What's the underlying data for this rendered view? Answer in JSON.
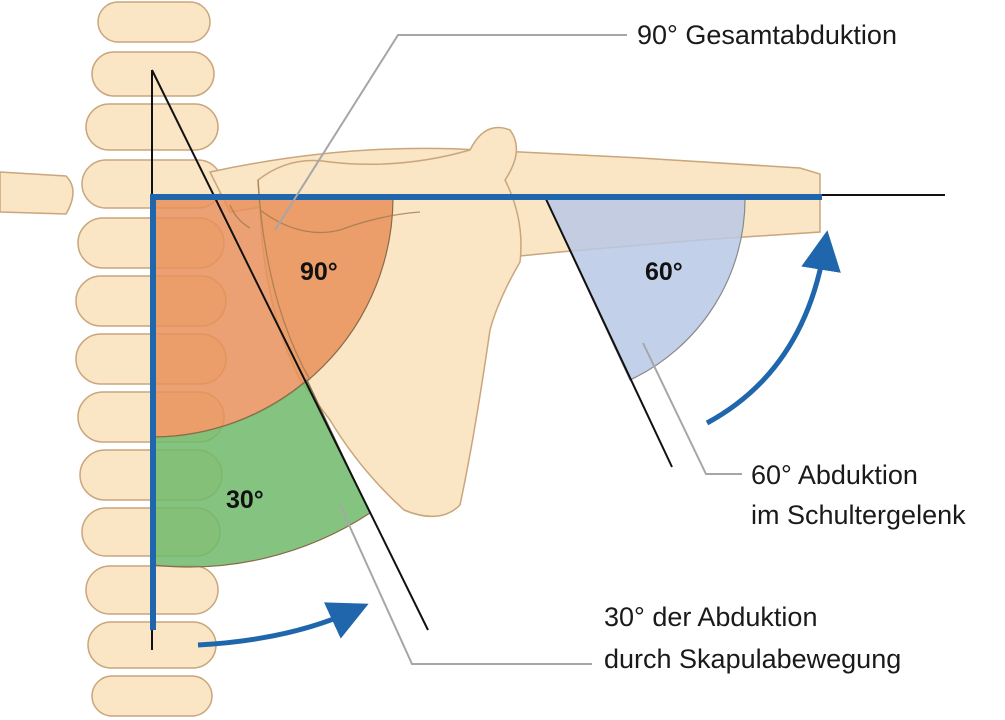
{
  "labels": {
    "total": "90° Gesamtabduktion",
    "shoulder_line1": "60° Abduktion",
    "shoulder_line2": "im Schultergelenk",
    "scapula_line1": "30° der Abduktion",
    "scapula_line2": "durch Skapulabewegung"
  },
  "angles": {
    "total": "90°",
    "shoulder": "60°",
    "scapula": "30°"
  },
  "colors": {
    "bone": "#fae5c4",
    "bone_outline": "#c9a67c",
    "sector_90": "#e8905a",
    "sector_30": "#6fba6a",
    "sector_60": "#b9c8e6",
    "axis_blue": "#1f66ad",
    "leader_gray": "#a6a6a6",
    "line_black": "#111111"
  }
}
